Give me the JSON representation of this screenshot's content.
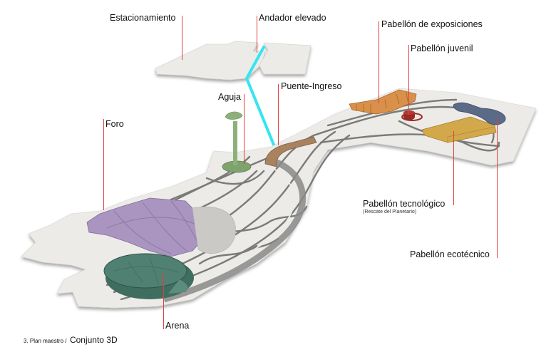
{
  "diagram": {
    "caption": {
      "prefix": "3. Plan maestro /",
      "title": "Conjunto 3D"
    },
    "labels": {
      "estacionamiento": "Estacionamiento",
      "andador": "Andador elevado",
      "exposiciones": "Pabellón de exposiciones",
      "juvenil": "Pabellón juvenil",
      "aguja": "Aguja",
      "puente": "Puente-Ingreso",
      "foro": "Foro",
      "tecnologico": "Pabellón tecnológico",
      "tecnologico_sub": "(Rescate del Planetario)",
      "ecotecnico": "Pabellón ecotécnico",
      "arena": "Arena"
    },
    "colors": {
      "leader": "#e0403f",
      "walkway": "#33e6f0",
      "ground": "#ecebe8",
      "road": "#7a7a78",
      "foro": "#a995c0",
      "arena": "#4f8072",
      "aguja": "#8db07a",
      "puente": "#a98360",
      "exposiciones": "#d9904a",
      "juvenil": "#9b2a26",
      "tecnologico": "#d2a84a",
      "ecotecnico": "#5b6a86"
    }
  }
}
